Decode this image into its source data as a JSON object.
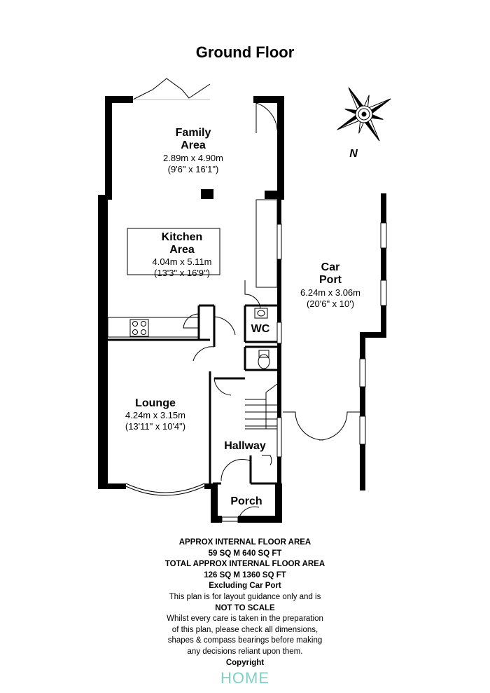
{
  "title": "Ground Floor",
  "compass": {
    "north_label": "N"
  },
  "rooms": {
    "family": {
      "name_1": "Family",
      "name_2": "Area",
      "dim_m": "2.89m x 4.90m",
      "dim_ft": "(9'6\" x 16'1\")"
    },
    "kitchen": {
      "name_1": "Kitchen",
      "name_2": "Area",
      "dim_m": "4.04m x 5.11m",
      "dim_ft": "(13'3\" x 16'9\")"
    },
    "carport": {
      "name_1": "Car",
      "name_2": "Port",
      "dim_m": "6.24m x 3.06m",
      "dim_ft": "(20'6\" x 10')"
    },
    "wc": {
      "name": "WC"
    },
    "lounge": {
      "name": "Lounge",
      "dim_m": "4.24m x 3.15m",
      "dim_ft": "(13'11\" x 10'4\")"
    },
    "hallway": {
      "name": "Hallway"
    },
    "porch": {
      "name": "Porch"
    }
  },
  "notes": {
    "line1": "APPROX INTERNAL FLOOR AREA",
    "line2": "59 SQ M 640 SQ FT",
    "line3": "TOTAL APPROX INTERNAL FLOOR AREA",
    "line4": "126 SQ M 1360 SQ FT",
    "line5": "Excluding Car Port",
    "line6": "This plan is for layout guidance only and is",
    "line7": "NOT TO SCALE",
    "line8": "Whilst every care is taken in the preparation",
    "line9": "of this plan, please check all dimensions,",
    "line10": "shapes & compass bearings before making",
    "line11": "any decisions reliant upon them.",
    "line12": "Copyright"
  },
  "logo": "HOME",
  "colors": {
    "wall": "#000000",
    "logo": "#7fd0c3"
  }
}
